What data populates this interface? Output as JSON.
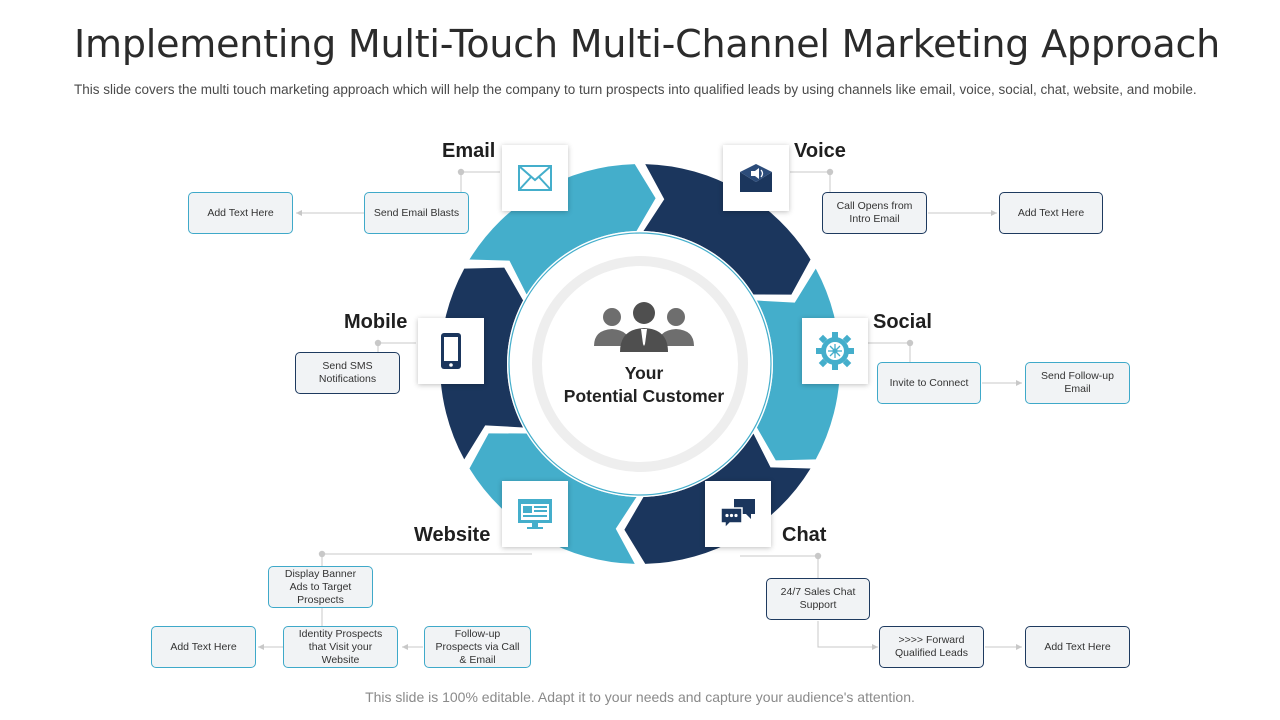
{
  "title": "Implementing Multi-Touch Multi-Channel Marketing Approach",
  "subtitle": "This slide covers the multi touch marketing approach which will help the company to turn prospects into qualified leads by using channels like email, voice, social, chat, website, and mobile.",
  "footer": "This slide is 100% editable. Adapt it to your needs and capture your audience's attention.",
  "center": {
    "line1": "Your",
    "line2": "Potential Customer"
  },
  "colors": {
    "light_blue": "#44aecb",
    "dark_navy": "#1b365d",
    "box_fill": "#f1f3f5",
    "ring_gray": "#eeeeee"
  },
  "channels": {
    "email": {
      "label": "Email",
      "icon": "envelope-icon"
    },
    "voice": {
      "label": "Voice",
      "icon": "voice-mail-icon"
    },
    "mobile": {
      "label": "Mobile",
      "icon": "smartphone-icon"
    },
    "social": {
      "label": "Social",
      "icon": "network-gear-icon"
    },
    "website": {
      "label": "Website",
      "icon": "web-page-icon"
    },
    "chat": {
      "label": "Chat",
      "icon": "chat-bubbles-icon"
    }
  },
  "boxes": {
    "email_1": "Send Email Blasts",
    "email_2": "Add Text Here",
    "voice_1": "Call Opens from Intro Email",
    "voice_2": "Add Text Here",
    "mobile_1": "Send SMS Notifications",
    "social_1": "Invite  to Connect",
    "social_2": "Send Follow-up Email",
    "website_1": "Display Banner Ads to Target Prospects",
    "website_2": "Identity Prospects that Visit your Website",
    "website_3": "Follow-up Prospects via Call & Email",
    "website_4": "Add Text Here",
    "chat_1": "24/7 Sales Chat Support",
    "chat_2": ">>>> Forward Qualified Leads",
    "chat_3": "Add Text Here"
  }
}
